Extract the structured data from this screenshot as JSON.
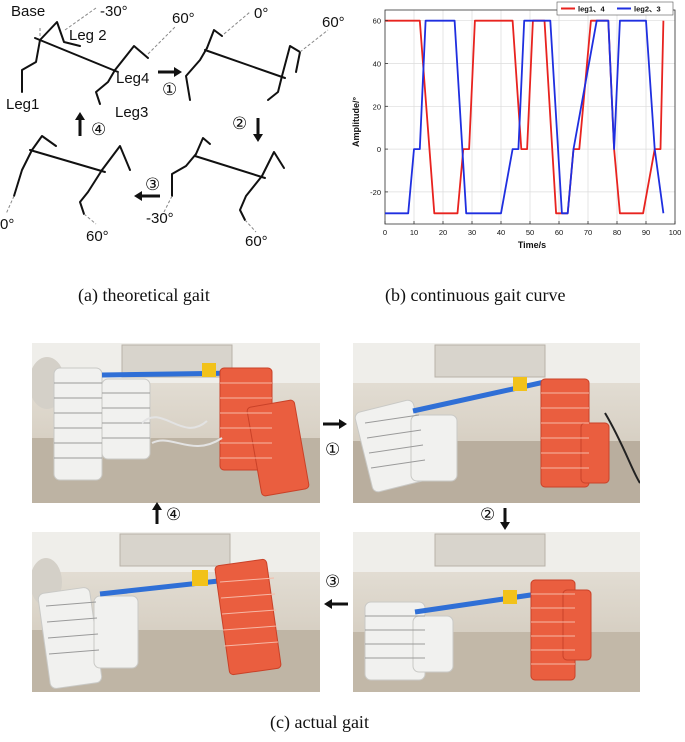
{
  "panel_a": {
    "caption": "(a) theoretical gait",
    "labels": {
      "base": "Base",
      "leg1": "Leg1",
      "leg2": "Leg 2",
      "leg3": "Leg3",
      "leg4": "Leg4",
      "ang_m30_top": "-30°",
      "ang_60_top": "60°",
      "ang_0_top": "0°",
      "ang_60_topright": "60°",
      "ang_0_bot": "0°",
      "ang_60_botleft": "60°",
      "ang_m30_bot": "-30°",
      "ang_60_botright": "60°"
    },
    "steps": [
      "①",
      "②",
      "③",
      "④"
    ]
  },
  "panel_b": {
    "caption": "(b) continuous gait curve"
  },
  "panel_c": {
    "caption": "(c) actual gait",
    "steps": [
      "①",
      "②",
      "③",
      "④"
    ]
  },
  "chart_data": {
    "type": "line",
    "xlabel": "Time/s",
    "ylabel": "Amplitude/°",
    "xlim": [
      0,
      100
    ],
    "ylim": [
      -35,
      65
    ],
    "xticks": [
      0,
      10,
      20,
      30,
      40,
      50,
      60,
      70,
      80,
      90,
      100
    ],
    "yticks": [
      -20,
      0,
      20,
      40,
      60
    ],
    "legend_position": "top-right",
    "grid": true,
    "series": [
      {
        "name": "leg1、4",
        "color": "#e8231f",
        "x": [
          0,
          12,
          17,
          25,
          27,
          29,
          31,
          33,
          37,
          44,
          47,
          49,
          51,
          55,
          59,
          63,
          65,
          67,
          71,
          77,
          79,
          81,
          85,
          89,
          93,
          95,
          96
        ],
        "y": [
          60,
          60,
          -30,
          -30,
          0,
          0,
          60,
          60,
          60,
          60,
          0,
          0,
          60,
          60,
          -30,
          -30,
          0,
          0,
          60,
          60,
          0,
          -30,
          -30,
          -30,
          0,
          0,
          60
        ]
      },
      {
        "name": "leg2、3",
        "color": "#1f2fe0",
        "x": [
          0,
          8,
          10,
          12,
          14,
          24,
          28,
          30,
          32,
          40,
          44,
          46,
          48,
          57,
          61,
          63,
          65,
          73,
          77,
          79,
          81,
          90,
          93,
          96
        ],
        "y": [
          -30,
          -30,
          0,
          0,
          60,
          60,
          -30,
          -30,
          -30,
          -30,
          0,
          0,
          60,
          60,
          -30,
          -30,
          0,
          60,
          60,
          0,
          60,
          60,
          0,
          -30
        ]
      }
    ]
  }
}
